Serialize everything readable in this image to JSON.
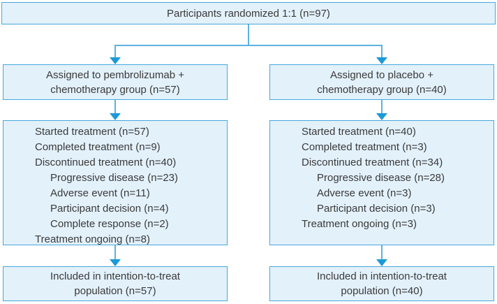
{
  "colors": {
    "background": "#ffffff",
    "box_fill": "#e3f1fb",
    "box_border": "#47a8dc",
    "connector_line": "#5bb1e3",
    "arrowhead": "#1b9ad7",
    "text": "#3a3a3a"
  },
  "top_box": {
    "text": "Participants randomized 1:1 (n=97)"
  },
  "left_arm": {
    "assigned_lines": [
      "Assigned to pembrolizumab +",
      "chemotherapy group (n=57)"
    ],
    "treatment_items": [
      {
        "text": "Started treatment (n=57)",
        "indent": false
      },
      {
        "text": "Completed treatment (n=9)",
        "indent": false
      },
      {
        "text": "Discontinued treatment (n=40)",
        "indent": false
      },
      {
        "text": "Progressive disease (n=23)",
        "indent": true
      },
      {
        "text": "Adverse event (n=11)",
        "indent": true
      },
      {
        "text": "Participant decision (n=4)",
        "indent": true
      },
      {
        "text": "Complete response (n=2)",
        "indent": true
      },
      {
        "text": "Treatment ongoing (n=8)",
        "indent": false
      }
    ],
    "itt_lines": [
      "Included in intention-to-treat",
      "population (n=57)"
    ]
  },
  "right_arm": {
    "assigned_lines": [
      "Assigned to placebo +",
      "chemotherapy group (n=40)"
    ],
    "treatment_items": [
      {
        "text": "Started treatment (n=40)",
        "indent": false
      },
      {
        "text": "Completed treatment (n=3)",
        "indent": false
      },
      {
        "text": "Discontinued treatment (n=34)",
        "indent": false
      },
      {
        "text": "Progressive disease (n=28)",
        "indent": true
      },
      {
        "text": "Adverse event (n=3)",
        "indent": true
      },
      {
        "text": "Participant decision (n=3)",
        "indent": true
      },
      {
        "text": "Treatment ongoing (n=3)",
        "indent": false
      }
    ],
    "itt_lines": [
      "Included in intention-to-treat",
      "population (n=40)"
    ]
  }
}
